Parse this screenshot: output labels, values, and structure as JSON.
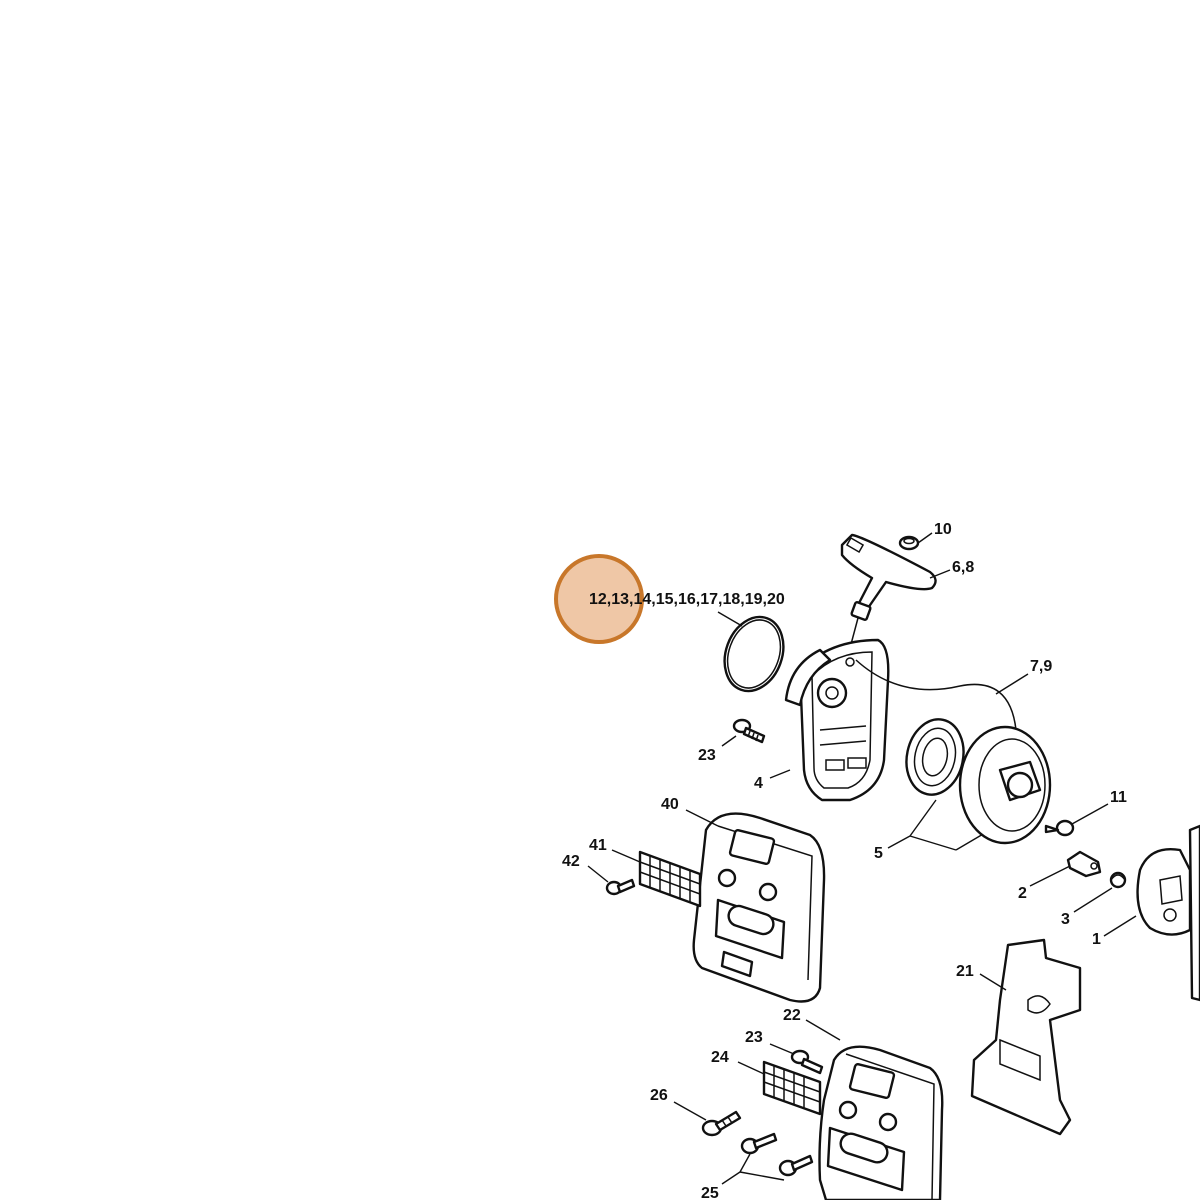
{
  "diagram": {
    "highlight_color": "#c8772a",
    "highlight_fill": "#efc7a6",
    "callouts": {
      "c12_20": "12,13,14,15,16,17,18,19,20",
      "c10": "10",
      "c6_8": "6,8",
      "c7_9": "7,9",
      "c23a": "23",
      "c4": "4",
      "c40": "40",
      "c41": "41",
      "c42": "42",
      "c5": "5",
      "c11": "11",
      "c2": "2",
      "c3": "3",
      "c1": "1",
      "c21": "21",
      "c22": "22",
      "c23b": "23",
      "c24": "24",
      "c26": "26",
      "c25": "25"
    }
  }
}
